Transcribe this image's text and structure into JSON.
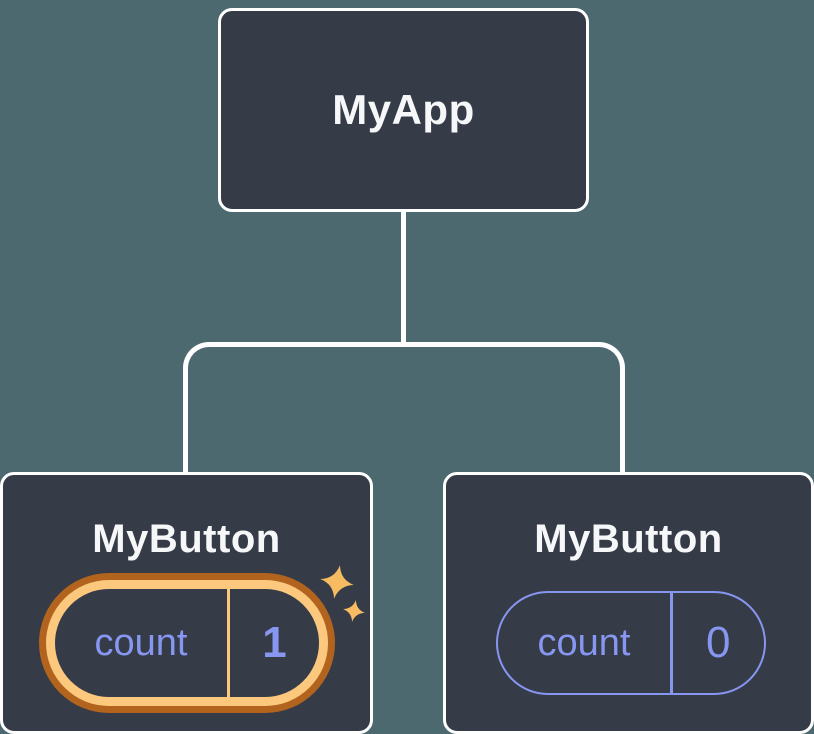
{
  "diagram": {
    "colors": {
      "bg": "#4C6970",
      "node-fill": "#353B47",
      "node-border": "#FFFFFF",
      "text": "#F6F7F9",
      "periwinkle": "#8796F0",
      "orange-dark": "#B2641E",
      "gold": "#FBC87D",
      "sparkle": "#F7BC62"
    },
    "root": {
      "label": "MyApp"
    },
    "children": [
      {
        "label": "MyButton",
        "highlighted": true,
        "highlight_icon": "sparkles",
        "state": {
          "key": "count",
          "value": "1"
        }
      },
      {
        "label": "MyButton",
        "highlighted": false,
        "state": {
          "key": "count",
          "value": "0"
        }
      }
    ]
  }
}
